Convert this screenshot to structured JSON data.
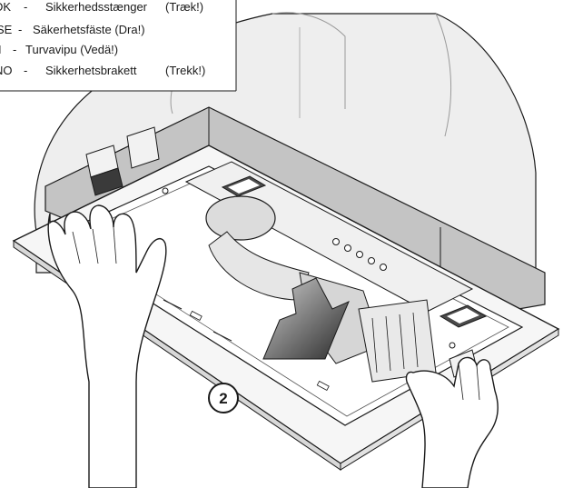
{
  "legend": {
    "lines": [
      {
        "code": "DK",
        "sep": "-",
        "text": "Sikkerhedsstænger",
        "note": "(Træk!)"
      },
      {
        "code": "SE",
        "sep": "-",
        "text": "Säkerhetsfäste (Dra!)",
        "note": ""
      },
      {
        "code": "FI",
        "sep": "-",
        "text": "Turvavipu (Vedä!)",
        "note": ""
      },
      {
        "code": "NO",
        "sep": "-",
        "text": "Sikkerhetsbrakett",
        "note": "(Trekk!)"
      }
    ]
  },
  "step": {
    "number": "2"
  },
  "colors": {
    "line": "#1a1a1a",
    "hood_fill": "#ececec",
    "hood_light": "#f7f7f7",
    "band": "#bdbdbd",
    "arrow_dark": "#2e2e2e",
    "arrow_light": "#b9b9b9"
  }
}
